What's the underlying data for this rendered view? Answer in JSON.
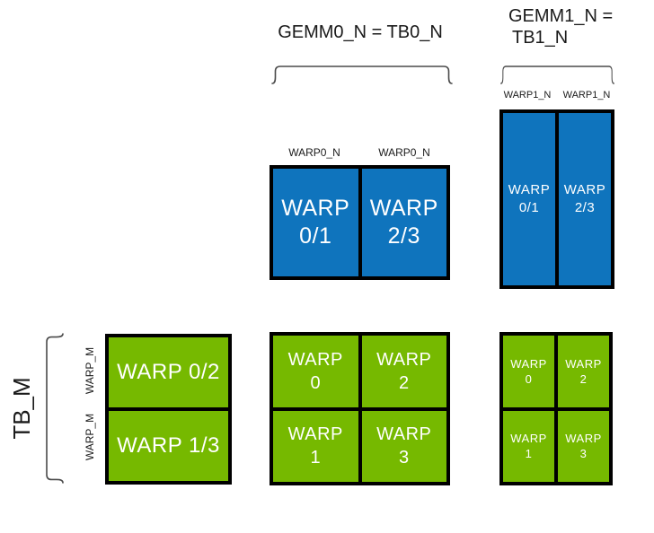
{
  "colors": {
    "blue": "#0F74BD",
    "green": "#76B900",
    "border": "#000000",
    "label_text": "#1A1A1A",
    "box_text": "#FFFFFF",
    "bracket": "#4A4A4A"
  },
  "header": {
    "gemm0_label": "GEMM0_N = TB0_N",
    "gemm1_label_line1": "GEMM1_N =",
    "gemm1_label_line2": "TB1_N"
  },
  "left_axis": {
    "tb_m_label": "TB_M",
    "warp_m_top": "WARP_M",
    "warp_m_bottom": "WARP_M"
  },
  "blue_wide": {
    "col_labels": [
      "WARP0_N",
      "WARP0_N"
    ],
    "cells": [
      {
        "line1": "WARP",
        "line2": "0/1"
      },
      {
        "line1": "WARP",
        "line2": "2/3"
      }
    ]
  },
  "blue_tall": {
    "col_labels": [
      "WARP1_N",
      "WARP1_N"
    ],
    "cells": [
      {
        "line1": "WARP",
        "line2": "0/1"
      },
      {
        "line1": "WARP",
        "line2": "2/3"
      }
    ]
  },
  "green_left": {
    "rows": [
      {
        "label": "WARP 0/2"
      },
      {
        "label": "WARP 1/3"
      }
    ]
  },
  "green_mid": {
    "cells": [
      {
        "line1": "WARP",
        "line2": "0"
      },
      {
        "line1": "WARP",
        "line2": "2"
      },
      {
        "line1": "WARP",
        "line2": "1"
      },
      {
        "line1": "WARP",
        "line2": "3"
      }
    ]
  },
  "green_right": {
    "cells": [
      {
        "line1": "WARP",
        "line2": "0"
      },
      {
        "line1": "WARP",
        "line2": "2"
      },
      {
        "line1": "WARP",
        "line2": "1"
      },
      {
        "line1": "WARP",
        "line2": "3"
      }
    ]
  }
}
